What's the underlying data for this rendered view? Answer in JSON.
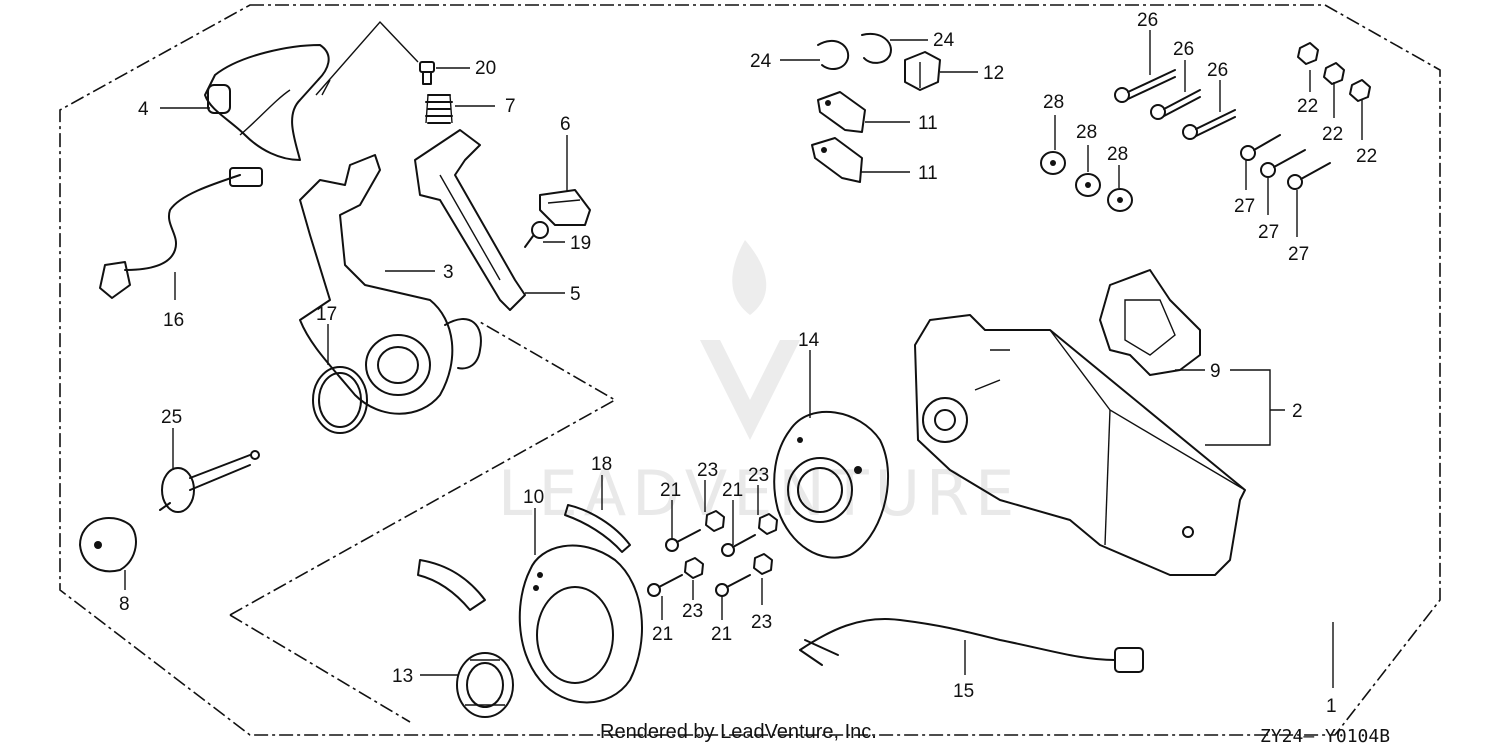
{
  "diagram": {
    "watermark": "LEADVENTURE",
    "credit": "Rendered by LeadVenture, Inc.",
    "drawing_code": "ZY24— Y0104B",
    "callouts": {
      "c1": "1",
      "c2": "2",
      "c3": "3",
      "c4": "4",
      "c5": "5",
      "c6": "6",
      "c7": "7",
      "c8": "8",
      "c9": "9",
      "c10": "10",
      "c11a": "11",
      "c11b": "11",
      "c12": "12",
      "c13": "13",
      "c14": "14",
      "c15": "15",
      "c16": "16",
      "c17": "17",
      "c18": "18",
      "c19": "19",
      "c20": "20",
      "c21a": "21",
      "c21b": "21",
      "c21c": "21",
      "c21d": "21",
      "c22a": "22",
      "c22b": "22",
      "c22c": "22",
      "c23a": "23",
      "c23b": "23",
      "c23c": "23",
      "c23d": "23",
      "c24a": "24",
      "c24b": "24",
      "c25": "25",
      "c26a": "26",
      "c26b": "26",
      "c26c": "26",
      "c27a": "27",
      "c27b": "27",
      "c27c": "27",
      "c28a": "28",
      "c28b": "28",
      "c28c": "28"
    }
  }
}
